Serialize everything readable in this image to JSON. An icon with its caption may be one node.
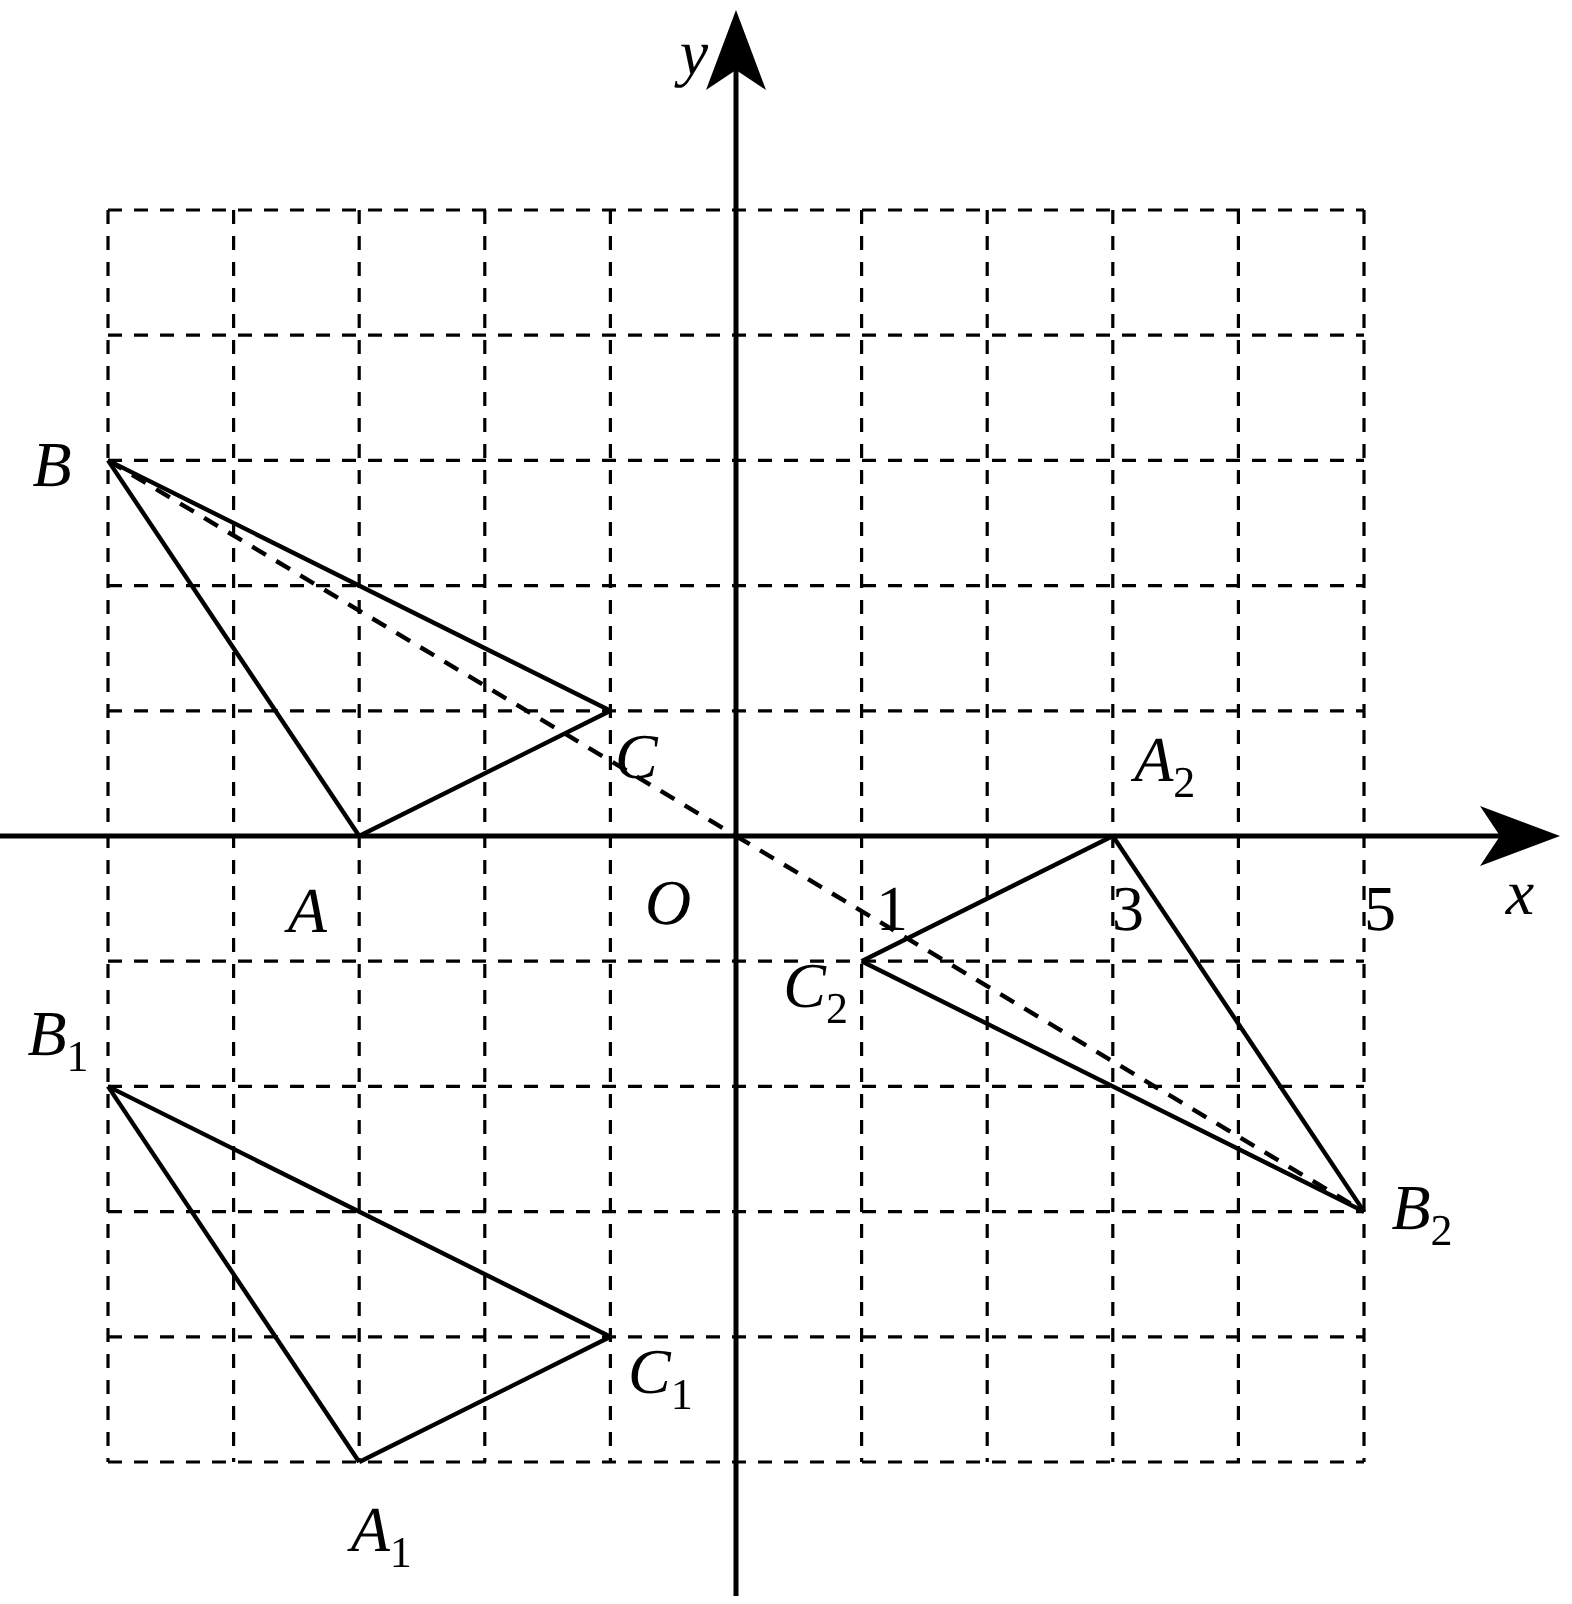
{
  "diagram": {
    "nodes": [
      {
        "text": [
          "B"
        ]
      },
      {
        "text": [
          "C"
        ]
      },
      {
        "text": [
          "A"
        ]
      },
      {
        "text": [
          "O"
        ]
      },
      {
        "text": [
          "A$_{2}$"
        ]
      },
      {
        "text": [
          "C$_{2}$"
        ]
      },
      {
        "text": [
          "B$_{1}$"
        ]
      },
      {
        "text": [
          "B$_{2}$"
        ]
      },
      {
        "text": [
          "C$_{1}$"
        ]
      },
      {
        "text": [
          "A$_{1}$"
        ]
      }
    ],
    "edges": [
      {
        "from": 0,
        "to": 2,
        "arrow": "none"
      },
      {
        "from": 2,
        "to": 1,
        "arrow": "none"
      },
      {
        "from": 0,
        "to": 1,
        "arrow": "none"
      },
      {
        "from": 0,
        "to": 3,
        "arrow": "none",
        "style": "dashed"
      },
      {
        "from": 3,
        "to": 7,
        "arrow": "none",
        "style": "dashed"
      },
      {
        "from": 4,
        "to": 5,
        "arrow": "none"
      },
      {
        "from": 5,
        "to": 7,
        "arrow": "none"
      },
      {
        "from": 4,
        "to": 7,
        "arrow": "none"
      },
      {
        "from": 6,
        "to": 9,
        "arrow": "none"
      },
      {
        "from": 9,
        "to": 8,
        "arrow": "none"
      },
      {
        "from": 6,
        "to": 8,
        "arrow": "none"
      }
    ],
    "labels": [
      "y",
      "1",
      "3",
      "5",
      "x"
    ]
  }
}
